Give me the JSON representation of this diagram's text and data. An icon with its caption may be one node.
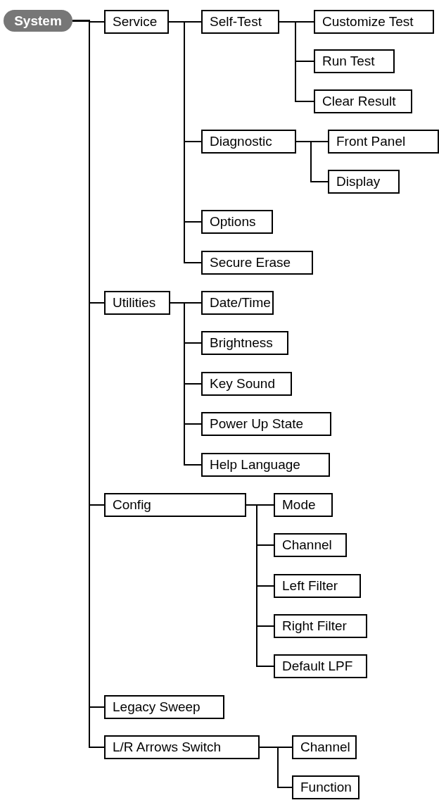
{
  "diagram": {
    "nodes": [
      {
        "text": [
          "System"
        ]
      },
      {
        "text": [
          "Service"
        ]
      },
      {
        "text": [
          "Self-Test"
        ]
      },
      {
        "text": [
          "Customize Test"
        ]
      },
      {
        "text": [
          "Run Test"
        ]
      },
      {
        "text": [
          "Clear Result"
        ]
      },
      {
        "text": [
          "Diagnostic"
        ]
      },
      {
        "text": [
          "Front Panel"
        ]
      },
      {
        "text": [
          "Display"
        ]
      },
      {
        "text": [
          "Options"
        ]
      },
      {
        "text": [
          "Secure Erase"
        ]
      },
      {
        "text": [
          "Utilities"
        ]
      },
      {
        "text": [
          "Date/Time"
        ]
      },
      {
        "text": [
          "Brightness"
        ]
      },
      {
        "text": [
          "Key Sound"
        ]
      },
      {
        "text": [
          "Power Up State"
        ]
      },
      {
        "text": [
          "Help Language"
        ]
      },
      {
        "text": [
          "Config"
        ]
      },
      {
        "text": [
          "Mode"
        ]
      },
      {
        "text": [
          "Channel"
        ]
      },
      {
        "text": [
          "Left Filter"
        ]
      },
      {
        "text": [
          "Right Filter"
        ]
      },
      {
        "text": [
          "Default LPF"
        ]
      },
      {
        "text": [
          "Legacy Sweep"
        ]
      },
      {
        "text": [
          "L/R Arrows Switch"
        ]
      },
      {
        "text": [
          "Channel"
        ]
      },
      {
        "text": [
          "Function"
        ]
      }
    ],
    "edges": [
      {
        "from": 0,
        "to": 1,
        "arrow": "none"
      },
      {
        "from": 1,
        "to": 2,
        "arrow": "none"
      },
      {
        "from": 2,
        "to": 3,
        "arrow": "none"
      },
      {
        "from": 2,
        "to": 4,
        "arrow": "none"
      },
      {
        "from": 2,
        "to": 5,
        "arrow": "none"
      },
      {
        "from": 1,
        "to": 6,
        "arrow": "none"
      },
      {
        "from": 6,
        "to": 7,
        "arrow": "none"
      },
      {
        "from": 6,
        "to": 8,
        "arrow": "none"
      },
      {
        "from": 1,
        "to": 9,
        "arrow": "none"
      },
      {
        "from": 1,
        "to": 10,
        "arrow": "none"
      },
      {
        "from": 0,
        "to": 11,
        "arrow": "none"
      },
      {
        "from": 11,
        "to": 12,
        "arrow": "none"
      },
      {
        "from": 11,
        "to": 13,
        "arrow": "none"
      },
      {
        "from": 11,
        "to": 14,
        "arrow": "none"
      },
      {
        "from": 11,
        "to": 15,
        "arrow": "none"
      },
      {
        "from": 11,
        "to": 16,
        "arrow": "none"
      },
      {
        "from": 0,
        "to": 17,
        "arrow": "none"
      },
      {
        "from": 17,
        "to": 18,
        "arrow": "none"
      },
      {
        "from": 17,
        "to": 19,
        "arrow": "none"
      },
      {
        "from": 17,
        "to": 20,
        "arrow": "none"
      },
      {
        "from": 17,
        "to": 21,
        "arrow": "none"
      },
      {
        "from": 17,
        "to": 22,
        "arrow": "none"
      },
      {
        "from": 0,
        "to": 23,
        "arrow": "none"
      },
      {
        "from": 0,
        "to": 24,
        "arrow": "none"
      },
      {
        "from": 24,
        "to": 25,
        "arrow": "none"
      },
      {
        "from": 24,
        "to": 26,
        "arrow": "none"
      }
    ]
  }
}
